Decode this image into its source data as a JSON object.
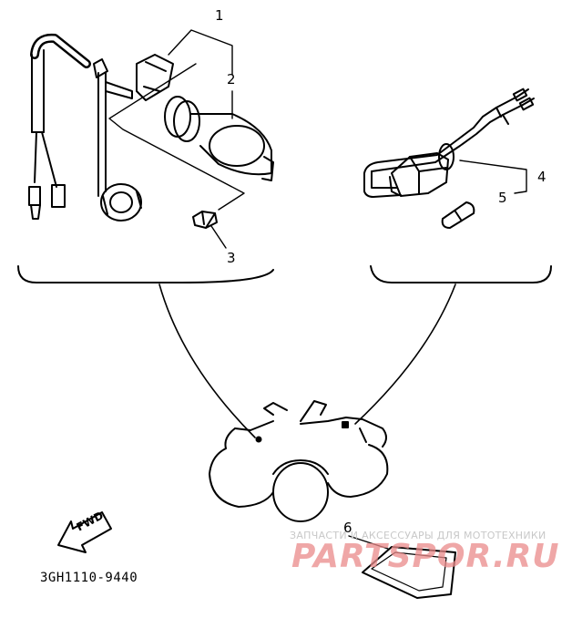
{
  "callouts": {
    "c1": "1",
    "c2": "2",
    "c3": "3",
    "c4": "4",
    "c5": "5",
    "c6": "6"
  },
  "arrow_label": "FWD",
  "diagram_code": "3GH1110-9440",
  "watermark": {
    "tagline": "ЗАПЧАСТИ И АКСЕССУАРЫ ДЛЯ МОТОТЕХНИКИ",
    "logo": "PARTSPOR.RU"
  },
  "colors": {
    "ink": "#000000",
    "watermark_red": "#e05050",
    "watermark_gray": "#c8c8c8"
  }
}
